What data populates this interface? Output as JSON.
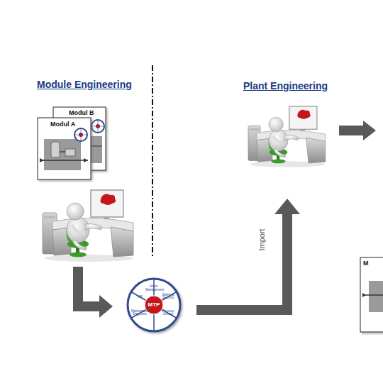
{
  "diagram": {
    "nodes": [
      {
        "text": [
          "Modul B"
        ]
      },
      {
        "text": [
          "Modul A"
        ]
      },
      {
        "text": [
          "MTP",
          "Alarm Management",
          "Safety & Security",
          "Process Control",
          "Maintenance Diagnosis",
          "HMI"
        ]
      },
      {
        "text": [
          "M"
        ]
      }
    ],
    "labels": [
      "Module Engineering",
      "Plant Engineering",
      "Import"
    ]
  }
}
